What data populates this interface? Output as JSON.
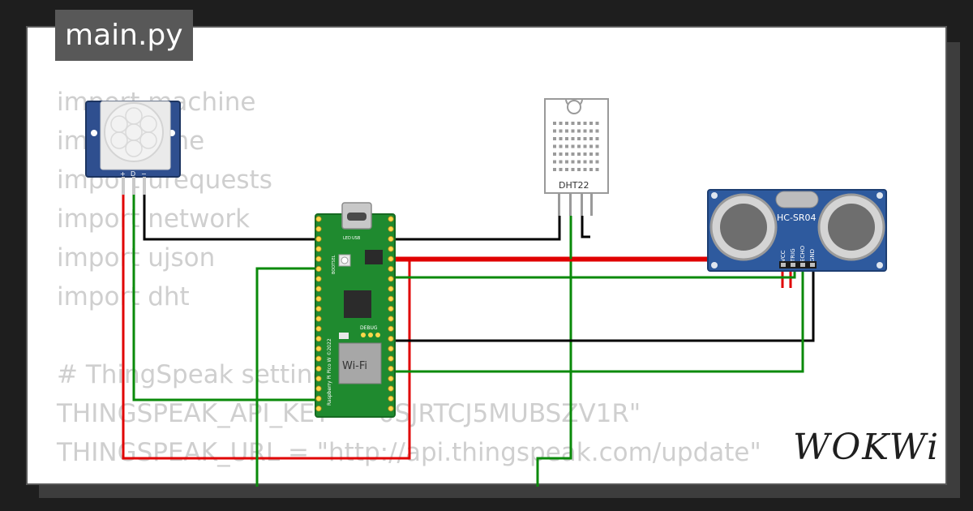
{
  "tab": {
    "title": "main.py"
  },
  "code_lines": [
    "import machine",
    "import time",
    "import urequests",
    "import network",
    "import ujson",
    "import dht",
    "",
    "# ThingSpeak settings",
    "THINGSPEAK_API_KEY = \"0SJRTCJ5MUBSZV1R\"",
    "THINGSPEAK_URL = \"http://api.thingspeak.com/update\""
  ],
  "components": {
    "pir": {
      "pins": [
        "+",
        "D",
        "−"
      ]
    },
    "dht": {
      "label": "DHT22"
    },
    "ultrasonic": {
      "label": "HC-SR04",
      "pins": [
        "VCC",
        "TRIG",
        "ECHO",
        "GND"
      ]
    },
    "pico": {
      "wifi_label": "Wi-Fi",
      "debug_label": "DEBUG",
      "led_label": "LED",
      "usb_label": "USB",
      "bootsel_label": "BOOTSEL",
      "board_text": "Raspberry Pi Pico W ©2022"
    }
  },
  "brand": {
    "logo": "WOKWi"
  },
  "colors": {
    "wire_red": "#e00000",
    "wire_black": "#000000",
    "wire_green": "#0a8a0a",
    "pico_green": "#1f8a2f",
    "ultrasonic_blue": "#2e5a9e"
  }
}
